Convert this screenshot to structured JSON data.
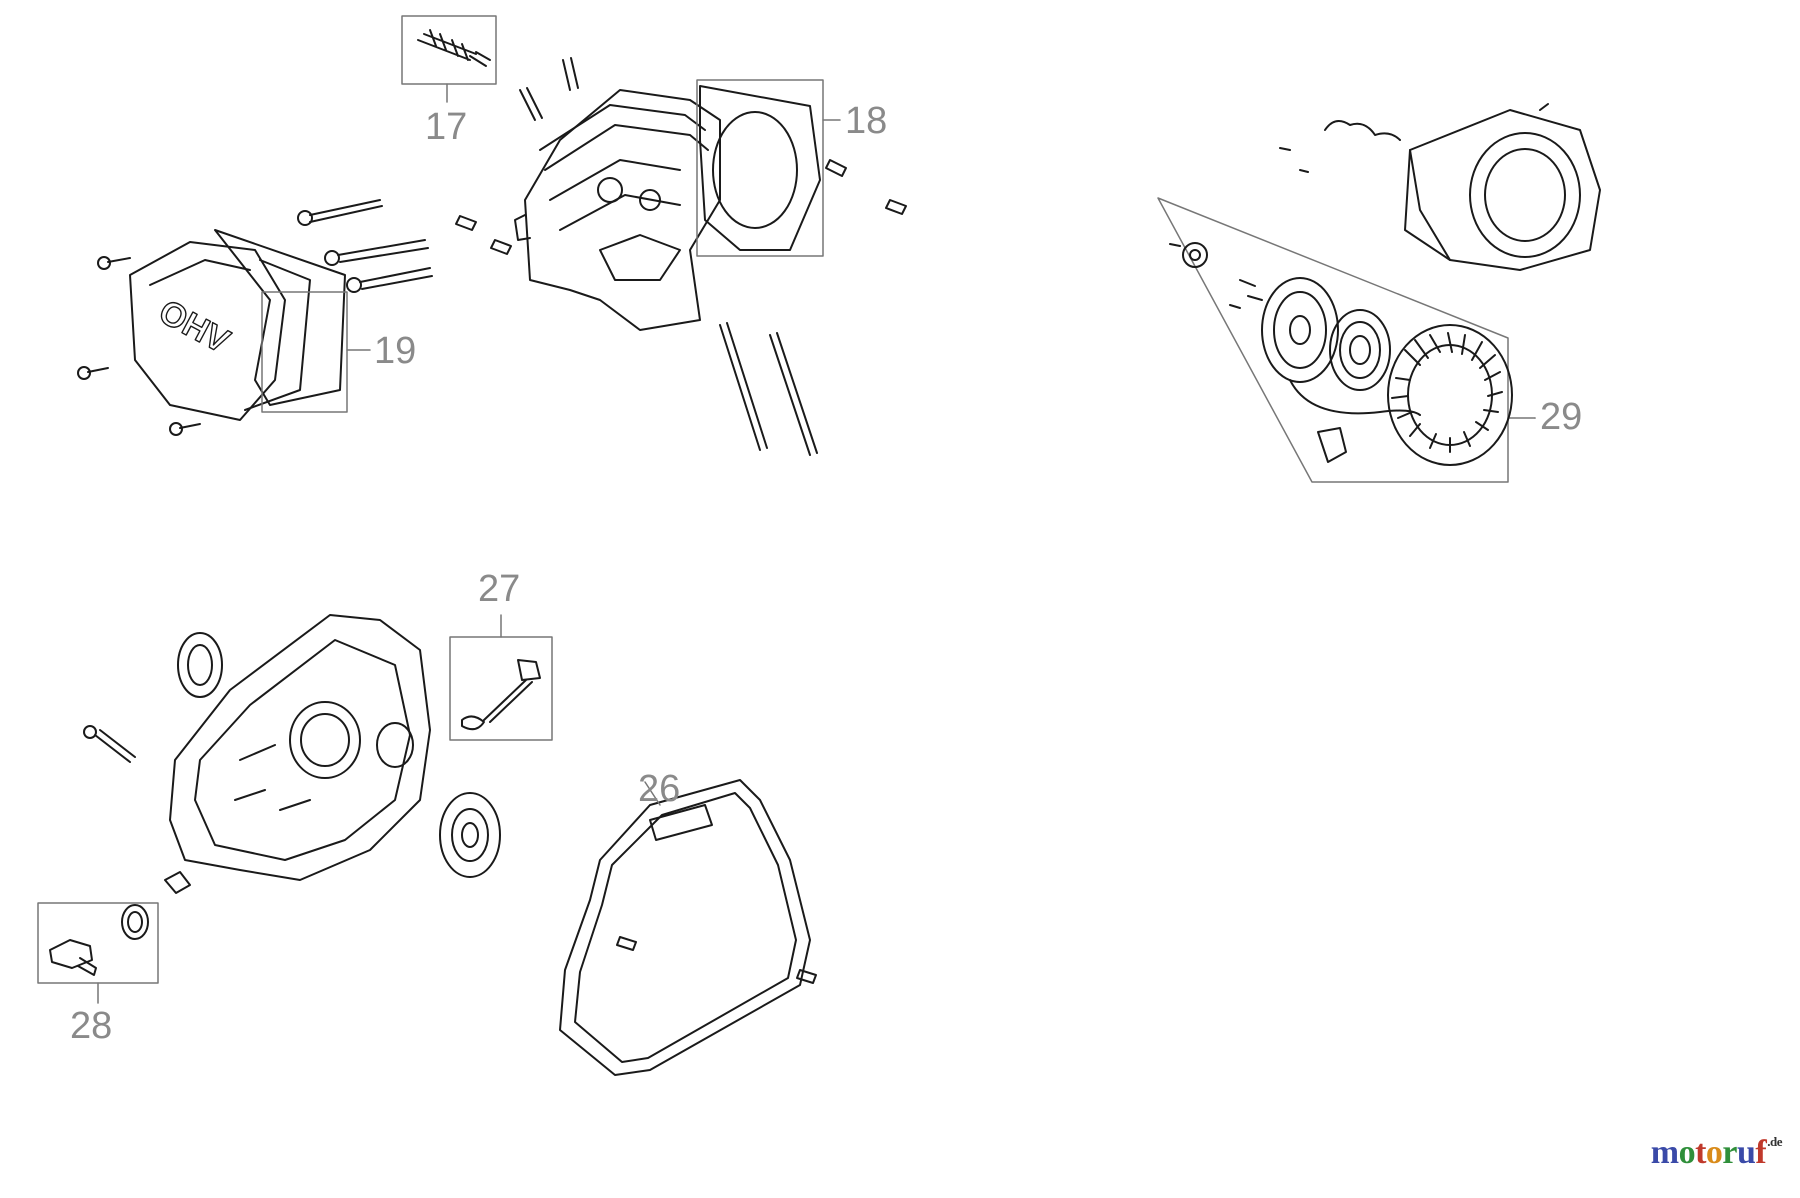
{
  "callouts": {
    "p17": "17",
    "p18": "18",
    "p19": "19",
    "p26": "26",
    "p27": "27",
    "p28": "28",
    "p29": "29"
  },
  "cover_embossing": "OHV",
  "watermark": {
    "parts": [
      "m",
      "o",
      "t",
      "o",
      "r",
      "u",
      "f"
    ],
    "tld": ".de",
    "colors": [
      "#3a4aa8",
      "#2f8f3a",
      "#c0392b",
      "#d98b1a",
      "#2f8f3a",
      "#3a4aa8",
      "#c0392b"
    ]
  },
  "colors": {
    "line": "#1a1a1a",
    "callout": "#8a8a8a"
  }
}
